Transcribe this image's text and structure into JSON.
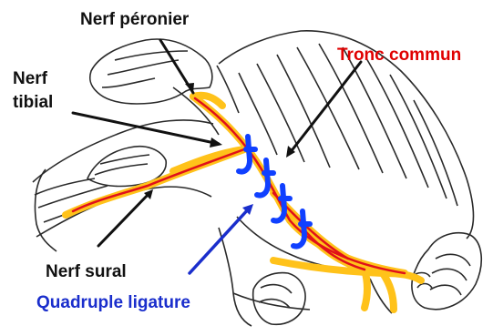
{
  "labels": {
    "peroneal": "Nerf péronier",
    "tibial_line1": "Nerf",
    "tibial_line2": "tibial",
    "trunk": "Tronc commun",
    "sural": "Nerf sural",
    "ligature": "Quadruple ligature"
  },
  "colors": {
    "black_label": "#111111",
    "trunk_label": "#e00000",
    "ligature_label": "#1a2ecc",
    "nerf_sheath": "#ffc21a",
    "nerf_core": "#e0101a",
    "ligature_mark": "#1040ff",
    "tissue_outline": "#2a2a2a"
  }
}
